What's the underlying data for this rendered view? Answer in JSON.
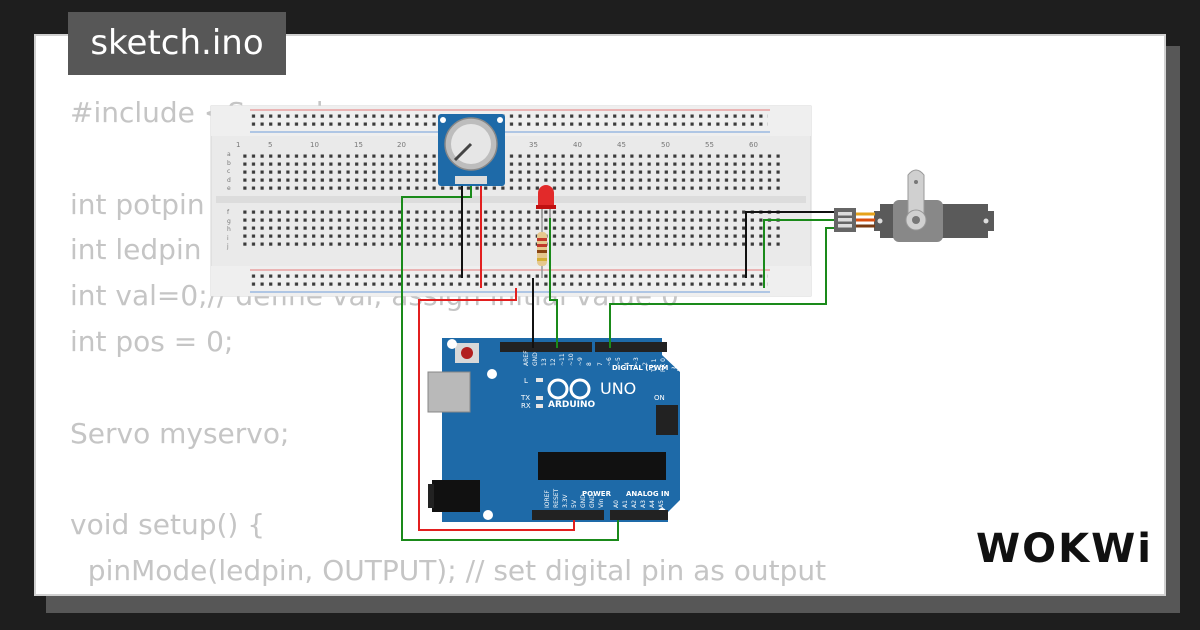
{
  "tab": {
    "filename": "sketch.ino"
  },
  "code": {
    "lines": [
      "#include <Servo.h>",
      "",
      "int potpin = A0;",
      "int ledpin = 10;",
      "int val=0;// define val, assign initial value 0",
      "int pos = 0;",
      "",
      "Servo myservo;",
      "",
      "void setup() {",
      "  pinMode(ledpin, OUTPUT); // set digital pin as output"
    ]
  },
  "breadboard": {
    "column_numbers": [
      "1",
      "5",
      "10",
      "15",
      "20",
      "25",
      "30",
      "35",
      "40",
      "45",
      "50",
      "55",
      "60"
    ],
    "row_letters_top": [
      "a",
      "b",
      "c",
      "d",
      "e"
    ],
    "row_letters_bottom": [
      "f",
      "g",
      "h",
      "i",
      "j"
    ]
  },
  "arduino": {
    "brand": "ARDUINO",
    "model": "UNO",
    "digital_label": "DIGITAL (PWM ~)",
    "power_label": "POWER",
    "analog_label": "ANALOG IN",
    "on_label": "ON",
    "tx_label": "TX",
    "rx_label": "RX",
    "l_label": "L",
    "top_pins": [
      "AREF",
      "GND",
      "13",
      "12",
      "~11",
      "~10",
      "~9",
      "8",
      "7",
      "~6",
      "~5",
      "4",
      "~3",
      "2",
      "TX 1",
      "RX 0"
    ],
    "power_pins": [
      "IOREF",
      "RESET",
      "3.3V",
      "5V",
      "GND",
      "GND",
      "Vin"
    ],
    "analog_pins": [
      "A0",
      "A1",
      "A2",
      "A3",
      "A4",
      "A5"
    ]
  },
  "logo": {
    "text": "WOKWi"
  },
  "colors": {
    "board_blue": "#1e6aa8",
    "wire_red": "#e21f1f",
    "wire_green": "#1a8a1a",
    "wire_black": "#111111"
  }
}
